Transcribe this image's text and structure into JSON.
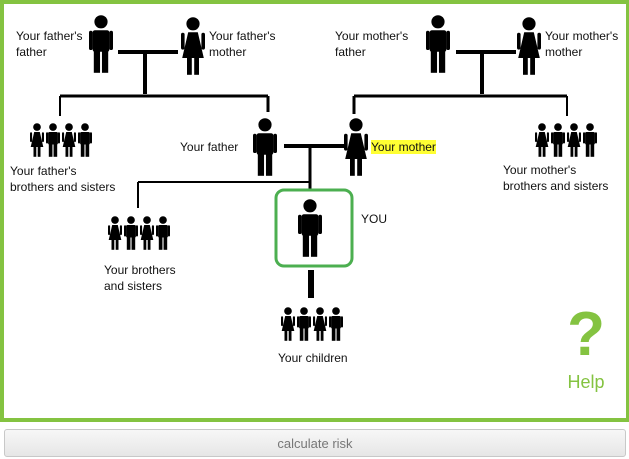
{
  "tree": {
    "paternal_grandfather": [
      "Your father's",
      "father"
    ],
    "paternal_grandmother": [
      "Your father's",
      "mother"
    ],
    "maternal_grandfather": [
      "Your mother's",
      "father"
    ],
    "maternal_grandmother": [
      "Your mother's",
      "mother"
    ],
    "father_siblings": [
      "Your father's",
      "brothers and sisters"
    ],
    "mother_siblings": [
      "Your mother's",
      "brothers and sisters"
    ],
    "father": "Your father",
    "mother": "Your mother",
    "you": "YOU",
    "siblings": [
      "Your brothers",
      "and sisters"
    ],
    "children": "Your children"
  },
  "help": {
    "symbol": "?",
    "label": "Help"
  },
  "button": {
    "label": "calculate risk"
  },
  "colors": {
    "accent": "#84c341",
    "highlight": "#ffff33",
    "figure": "#000000"
  },
  "icons": {
    "person": "person-icon",
    "female": "female-person-icon",
    "group": "family-group-icon",
    "help": "question-mark-icon"
  }
}
